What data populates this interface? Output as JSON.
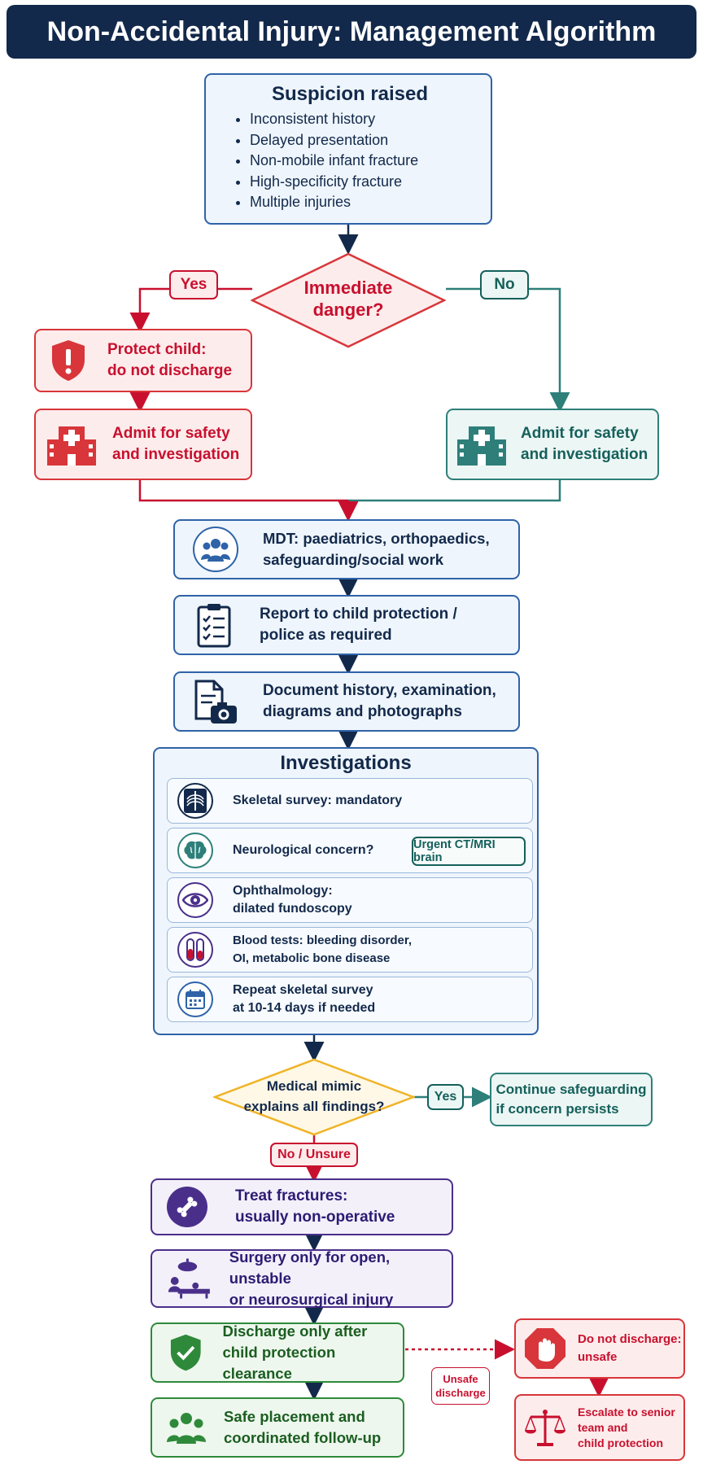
{
  "title": "Non-Accidental Injury: Management Algorithm",
  "suspicion": {
    "heading": "Suspicion raised",
    "items": [
      "Inconsistent history",
      "Delayed presentation",
      "Non-mobile infant fracture",
      "High-specificity fracture",
      "Multiple injuries"
    ]
  },
  "danger": {
    "question_line1": "Immediate",
    "question_line2": "danger?",
    "yes": "Yes",
    "no": "No"
  },
  "yes_branch": {
    "protect_line1": "Protect child:",
    "protect_line2": "do not discharge",
    "admit_line1": "Admit for safety",
    "admit_line2": "and investigation"
  },
  "no_branch": {
    "admit_line1": "Admit for safety",
    "admit_line2": "and investigation"
  },
  "mdt": {
    "line1": "MDT: paediatrics, orthopaedics,",
    "line2": "safeguarding/social work"
  },
  "report": {
    "line1": "Report to child protection /",
    "line2": "police as required"
  },
  "document": {
    "line1": "Document history, examination,",
    "line2": "diagrams and photographs"
  },
  "investigations": {
    "heading": "Investigations",
    "skeletal": "Skeletal survey: mandatory",
    "neuro": "Neurological concern?",
    "neuro_action": "Urgent CT/MRI brain",
    "ophth_line1": "Ophthalmology:",
    "ophth_line2": "dilated fundoscopy",
    "blood_line1": "Blood tests: bleeding disorder,",
    "blood_line2": "OI, metabolic bone disease",
    "repeat_line1": "Repeat skeletal survey",
    "repeat_line2": "at 10-14 days if needed"
  },
  "mimic": {
    "line1": "Medical mimic",
    "line2": "explains all findings?",
    "yes": "Yes",
    "no": "No / Unsure",
    "yes_line1": "Continue safeguarding",
    "yes_line2": "if concern persists"
  },
  "treat": {
    "line1": "Treat fractures:",
    "line2": "usually non-operative"
  },
  "surgery": {
    "line1": "Surgery only for open, unstable",
    "line2": "or neurosurgical injury"
  },
  "discharge": {
    "line1": "Discharge only after",
    "line2": "child protection clearance",
    "unsafe_line1": "Unsafe",
    "unsafe_line2": "discharge"
  },
  "placement": {
    "line1": "Safe placement and",
    "line2": "coordinated follow-up"
  },
  "no_discharge": {
    "line1": "Do not discharge:",
    "line2": "unsafe"
  },
  "escalate": {
    "line1": "Escalate to senior",
    "line2": "team and",
    "line3": "child protection"
  },
  "colors": {
    "navy": "#13294b",
    "red": "#c8102e",
    "teal": "#2e7f7a",
    "purple": "#4a2f8a",
    "green": "#2e8a3a",
    "amber": "#f0b429"
  }
}
